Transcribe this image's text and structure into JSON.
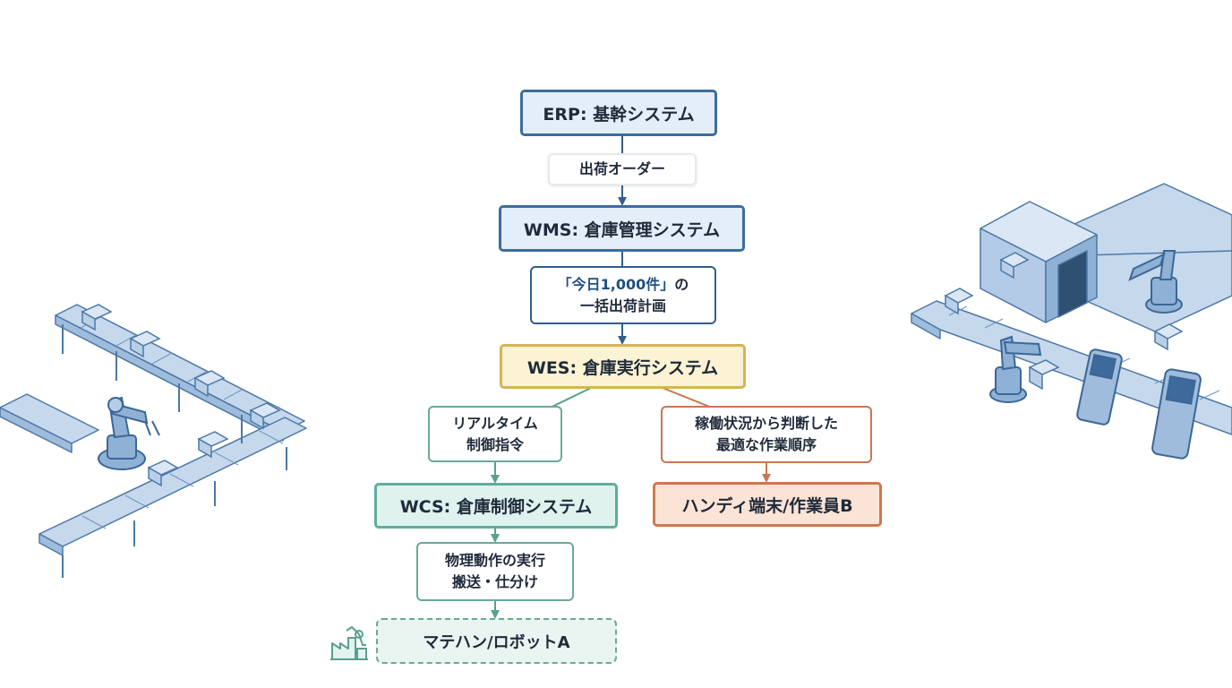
{
  "nodes": {
    "erp": "ERP: 基幹システム",
    "wms": "WMS: 倉庫管理システム",
    "wes": "WES: 倉庫実行システム",
    "wcs": "WCS: 倉庫制御システム",
    "handy": "ハンディ端末/作業員B",
    "material": "マテハン/ロボットA"
  },
  "labels": {
    "shipping_order": "出荷オーダー",
    "batch_plan_highlight": "「今日1,000件」",
    "batch_plan_suffix": "の",
    "batch_plan_line2": "一括出荷計画",
    "realtime_line1": "リアルタイム",
    "realtime_line2": "制御指令",
    "optimal_line1": "稼働状況から判断した",
    "optimal_line2": "最適な作業順序",
    "physical_line1": "物理動作の実行",
    "physical_line2": "搬送・仕分け"
  },
  "icons": {
    "left_scene": "conveyor-robot-arm-illustration",
    "right_scene": "warehouse-scanner-conveyor-illustration",
    "robot_small": "factory-robot-icon"
  },
  "colors": {
    "blue": "#3c6d9c",
    "yellow": "#d3b458",
    "teal": "#5fae9d",
    "orange": "#cf774e"
  }
}
